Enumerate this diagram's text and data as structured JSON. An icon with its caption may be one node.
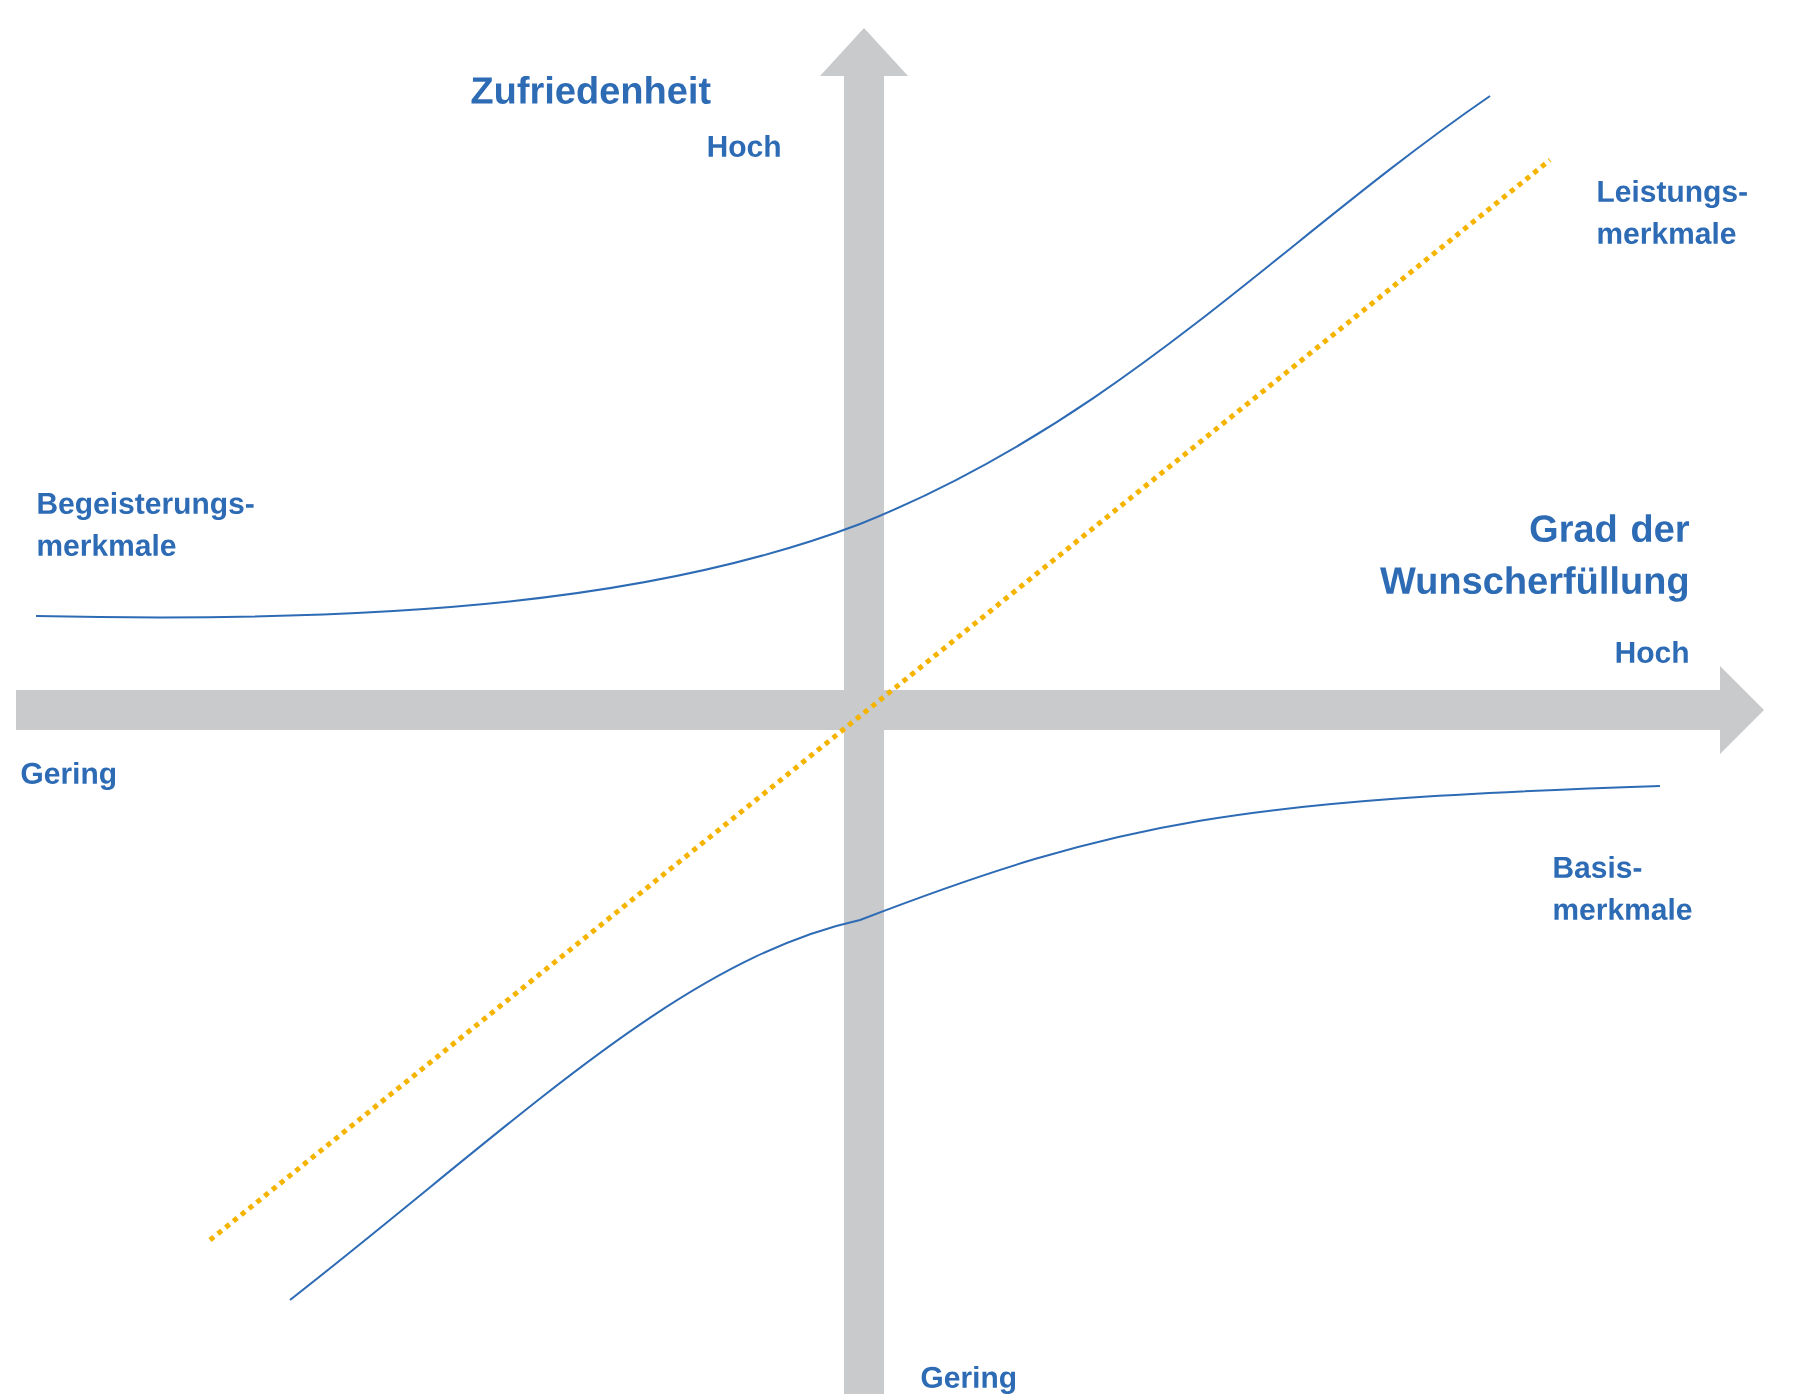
{
  "diagram": {
    "labels": [
      "Zufriedenheit",
      "Hoch",
      "Leistungs- merkmale",
      "Begeisterungs- merkmale",
      "Grad der Wunscherfüllung",
      "Hoch",
      "Gering",
      "Basis- merkmale",
      "Gering"
    ]
  }
}
